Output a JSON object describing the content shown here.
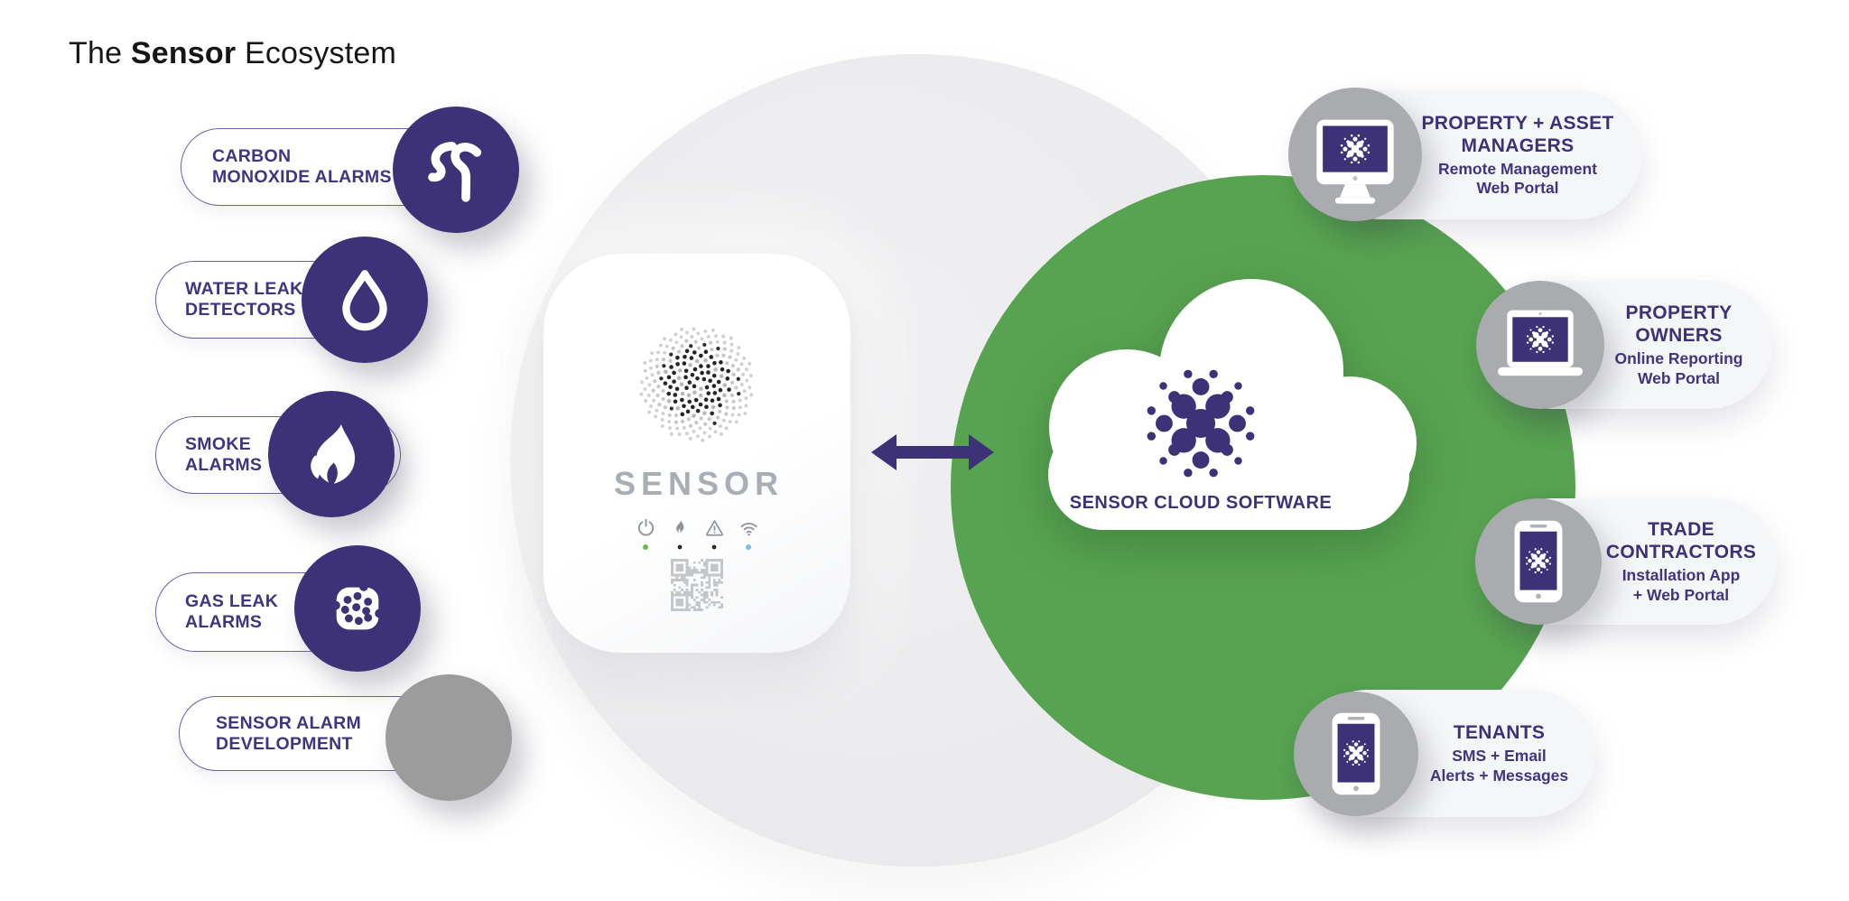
{
  "title": {
    "pre": "The ",
    "brand": "Sensor",
    "post": " Ecosystem"
  },
  "left_pills": [
    {
      "line1": "CARBON",
      "line2": "MONOXIDE ALARMS",
      "icon": "carbon-monoxide-smoke-icon"
    },
    {
      "line1": "WATER LEAK",
      "line2": "DETECTORS",
      "icon": "water-drop-icon"
    },
    {
      "line1": "SMOKE",
      "line2": "ALARMS",
      "icon": "flame-icon"
    },
    {
      "line1": "GAS LEAK",
      "line2": "ALARMS",
      "icon": "gas-particles-icon"
    },
    {
      "line1": "SENSOR ALARM",
      "line2": "DEVELOPMENT",
      "icon": "gray-placeholder-circle"
    }
  ],
  "device": {
    "brand": "SENSOR",
    "indicators": [
      {
        "icon": "power-icon",
        "dot_color": "#66bd4c"
      },
      {
        "icon": "flame-icon",
        "dot_color": "#2b2b2b"
      },
      {
        "icon": "warning-icon",
        "dot_color": "#2b2b2b"
      },
      {
        "icon": "wifi-icon",
        "dot_color": "#79c0ea"
      }
    ]
  },
  "arrow": {
    "icon": "two-way-sync-arrow-icon"
  },
  "cloud": {
    "label": "SENSOR CLOUD SOFTWARE",
    "icon": "sensor-dots-logo"
  },
  "right_cards": [
    {
      "title1": "PROPERTY + ASSET",
      "title2": "MANAGERS",
      "sub1": "Remote Management",
      "sub2": "Web Portal",
      "icon": "desktop-monitor-icon"
    },
    {
      "title1": "PROPERTY",
      "title2": "OWNERS",
      "sub1": "Online Reporting",
      "sub2": "Web Portal",
      "icon": "laptop-icon"
    },
    {
      "title1": "TRADE",
      "title2": "CONTRACTORS",
      "sub1": "Installation App",
      "sub2": "+ Web Portal",
      "icon": "smartphone-icon"
    },
    {
      "title1": "TENANTS",
      "title2": "",
      "sub1": "SMS + Email",
      "sub2": "Alerts + Messages",
      "icon": "smartphone-icon"
    }
  ],
  "colors": {
    "brand_purple": "#3d3277",
    "green": "#58a351",
    "hub_gray": "#ececee",
    "card_bg": "#f5f6f8",
    "icon_circle_gray": "#a9abae",
    "placeholder_gray": "#9c9c9c",
    "device_brand_gray": "#a8aeb4"
  }
}
